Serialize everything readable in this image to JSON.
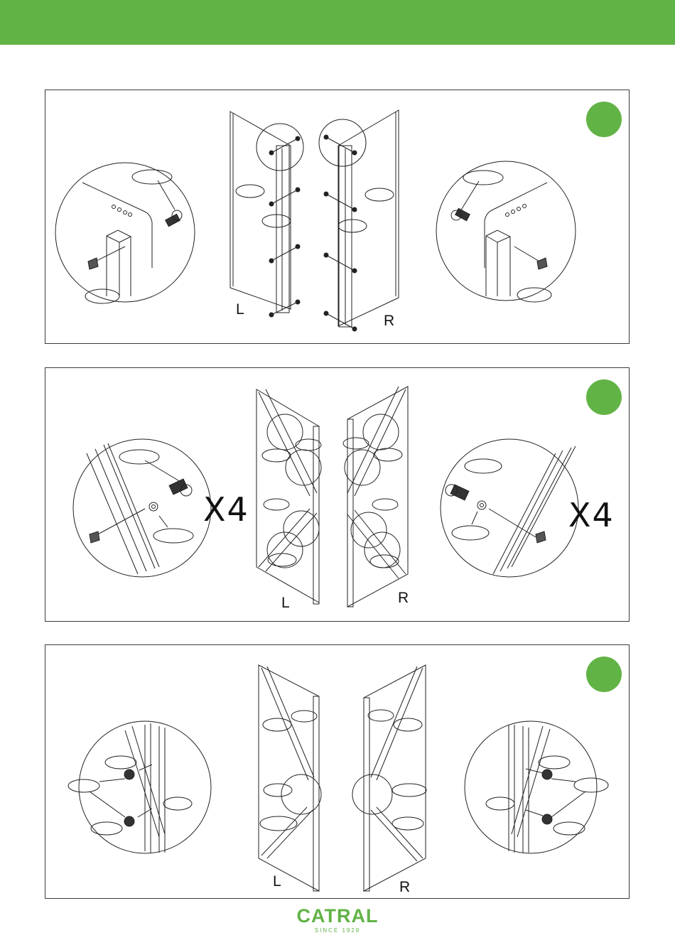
{
  "colors": {
    "brand_green": "#62b346",
    "line": "#222222"
  },
  "panels": [
    {
      "side_left": "L",
      "side_right": "R"
    },
    {
      "side_left": "L",
      "side_right": "R",
      "quantity_left": "X4",
      "quantity_right": "X4"
    },
    {
      "side_left": "L",
      "side_right": "R"
    }
  ],
  "footer": {
    "brand": "CATRAL",
    "tagline": "SINCE 1928"
  }
}
